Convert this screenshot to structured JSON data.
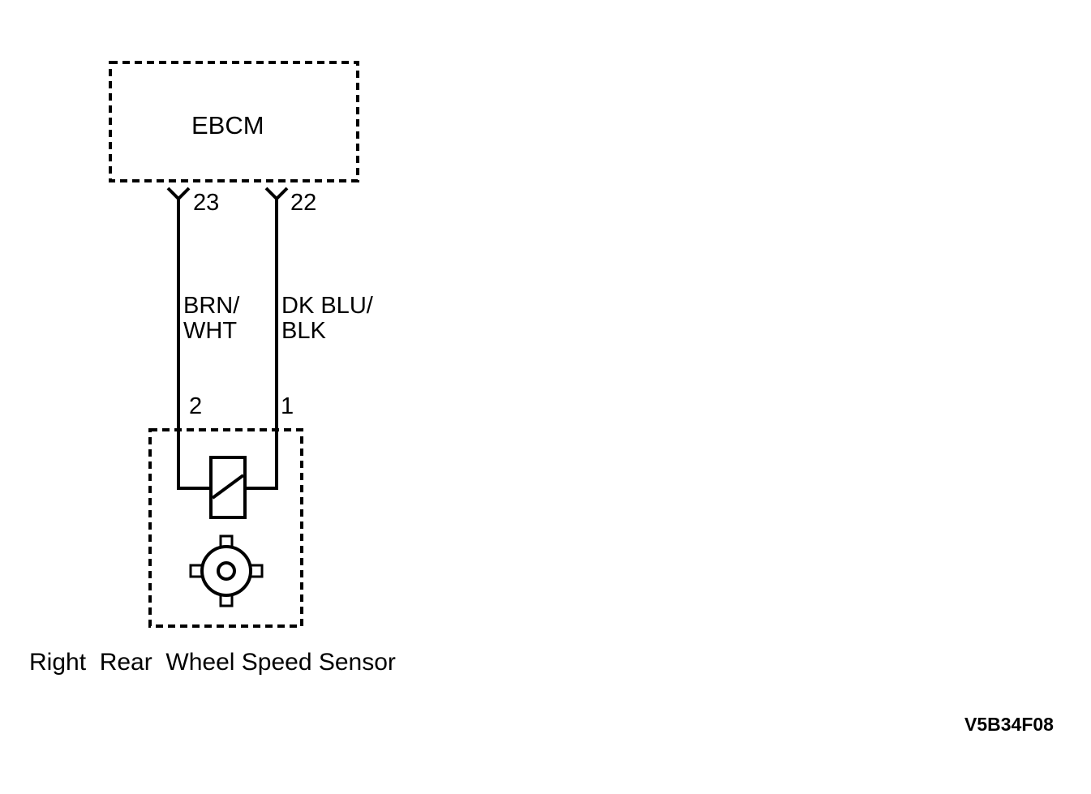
{
  "modules": {
    "ebcm": {
      "label": "EBCM",
      "pins": {
        "left": "23",
        "right": "22"
      }
    },
    "sensor": {
      "caption": "Right  Rear  Wheel Speed Sensor",
      "pins": {
        "left": "2",
        "right": "1"
      }
    }
  },
  "wires": [
    {
      "color_line1": "BRN/",
      "color_line2": "WHT"
    },
    {
      "color_line1": "DK BLU/",
      "color_line2": "BLK"
    }
  ],
  "figure_code": "V5B34F08",
  "colors": {
    "ink": "#000000",
    "background": "#ffffff"
  }
}
